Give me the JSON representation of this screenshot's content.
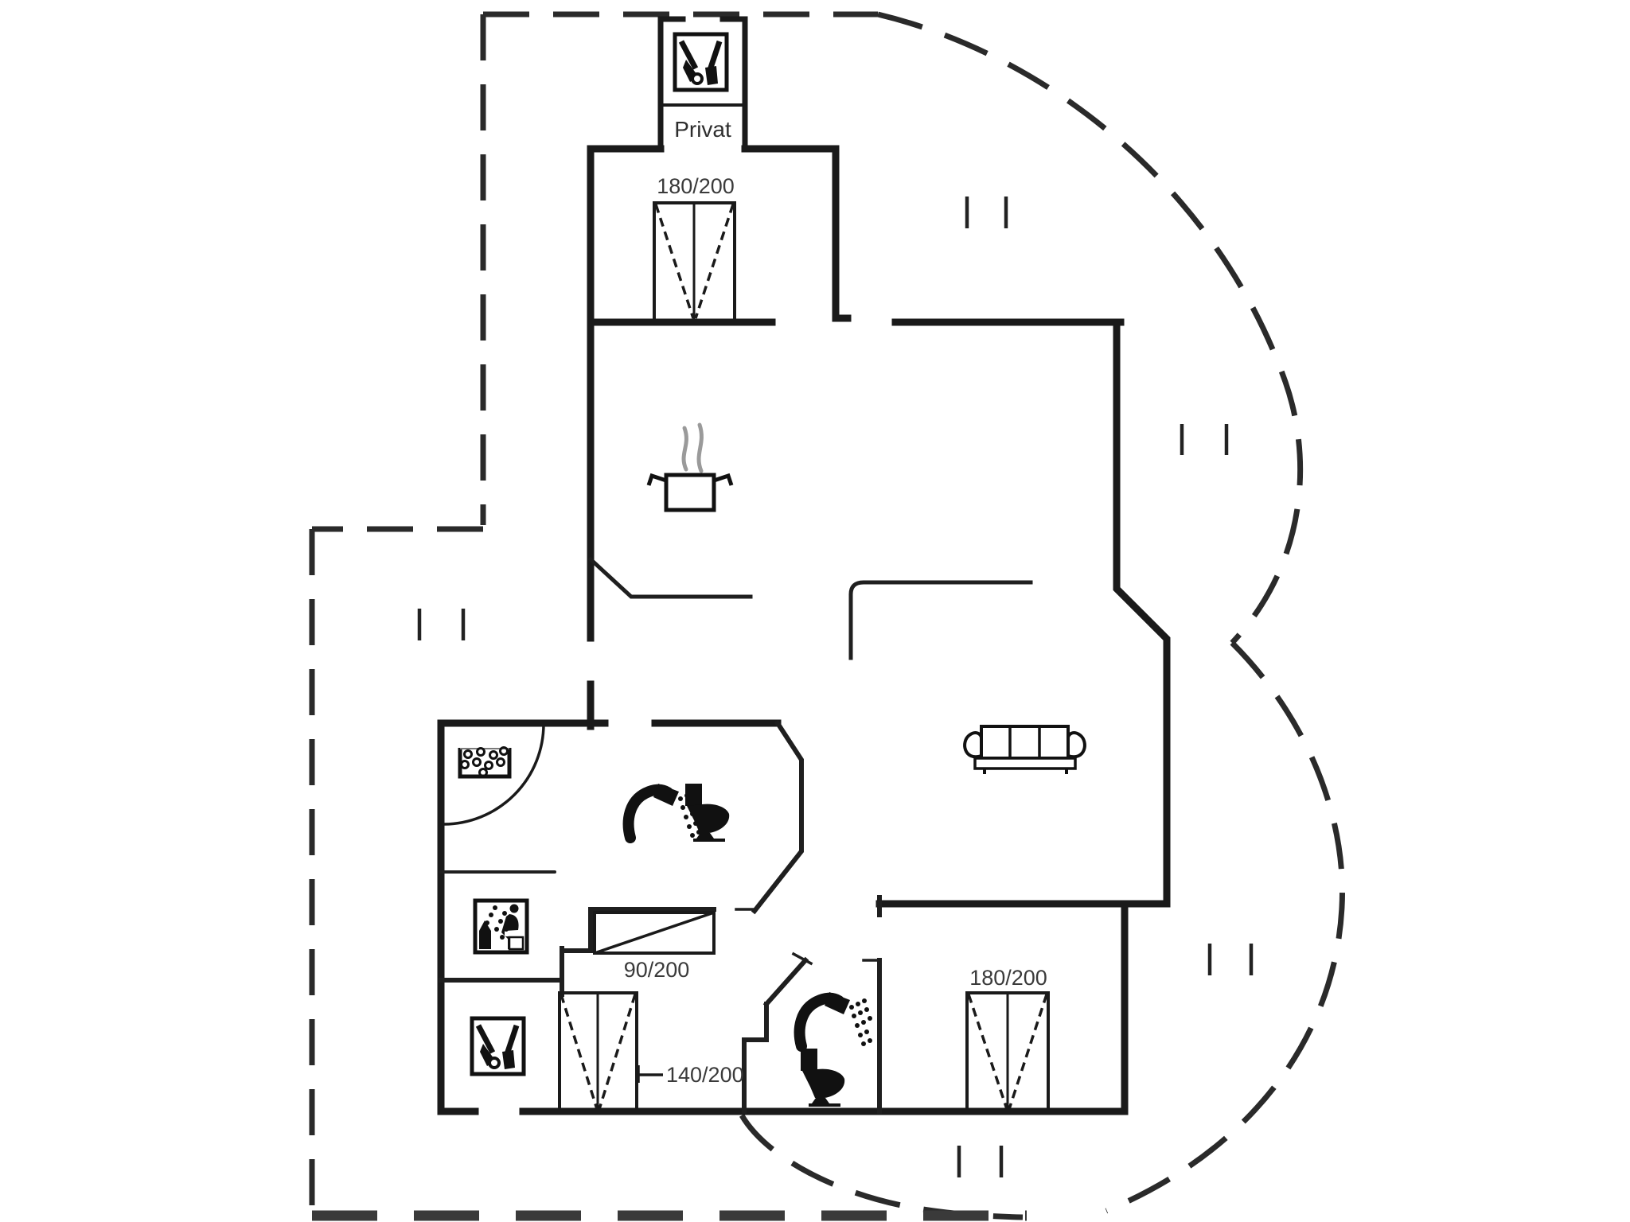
{
  "document": {
    "type": "holiday-home floor plan drawing",
    "background": "#ffffff"
  },
  "colors": {
    "wall": "#1a1a1a",
    "interior_wall": "#1f1f1f",
    "boundary_dash": "#2a2a2a",
    "bottom_dash": "#3a3a3a",
    "label_text": "#3a3a3a",
    "steam_gray": "#9a9a9a"
  },
  "labels": {
    "outbuilding": "Privat",
    "door_top": "180/200",
    "door_sliding": "90/200",
    "door_left": "140/200",
    "door_bedroom": "180/200"
  },
  "icons": {
    "outbuilding": "cleaning-tools-icon",
    "kitchen": "cooking-pot-icon",
    "bathroom_main": [
      "whirlpool-tub-icon",
      "shower-icon",
      "toilet-icon",
      "sauna-icon"
    ],
    "living_room": "sofa-icon",
    "storage_room": "cleaning-tools-icon",
    "bathroom_small": [
      "shower-icon",
      "toilet-icon"
    ]
  },
  "symbols": {
    "window_tick_pairs": 5,
    "door_swing_arcs": 1,
    "sliding_doors": 1,
    "terrace_doors": 3
  }
}
